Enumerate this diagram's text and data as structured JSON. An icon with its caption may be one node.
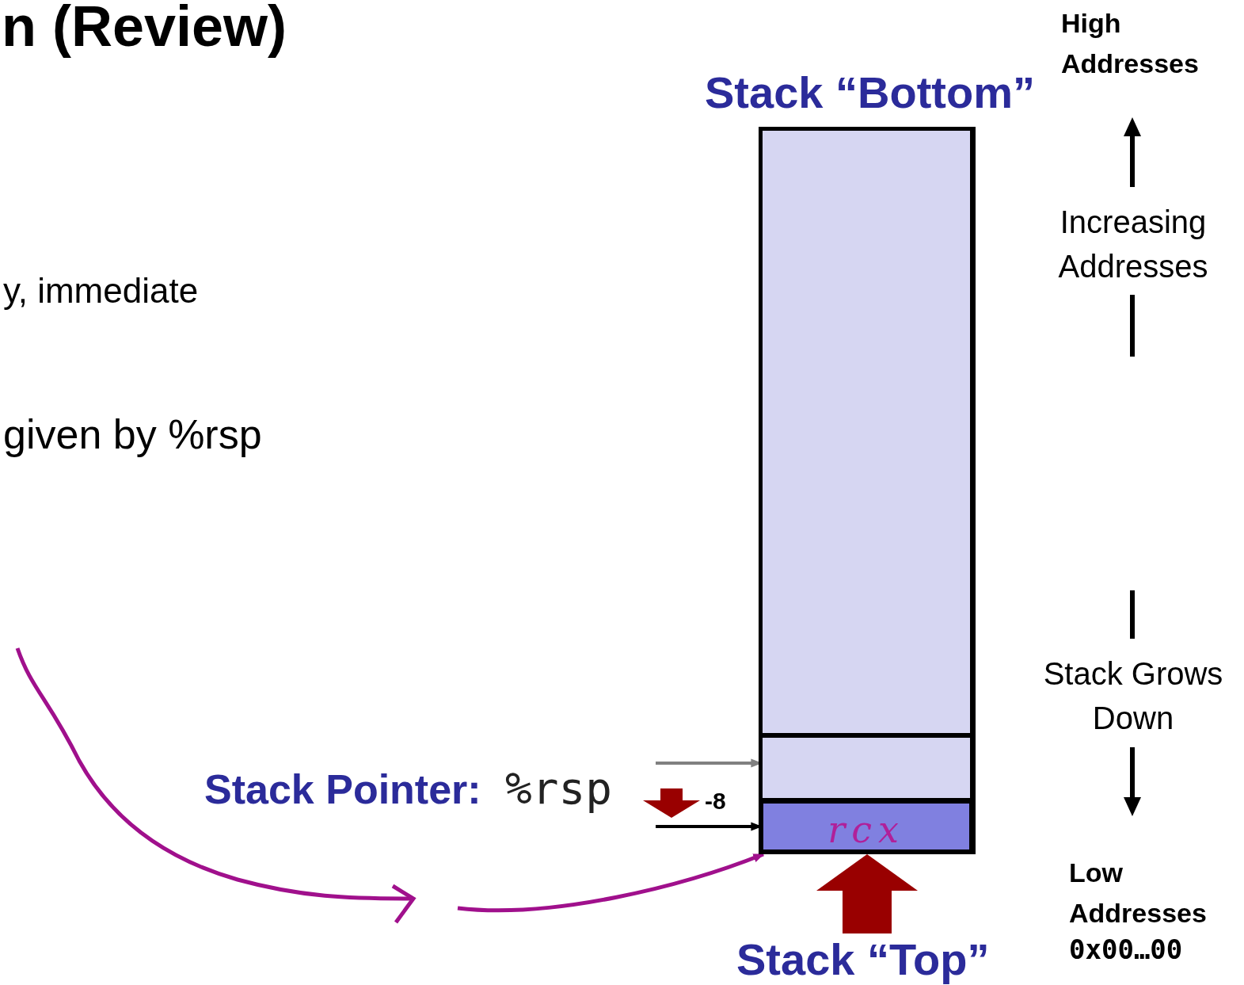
{
  "diagram": {
    "title": "n (Review)",
    "nodes": [
      {
        "text": [
          "Stack “Bottom”"
        ]
      },
      {
        "text": [],
        "shape": "box",
        "in": 0
      },
      {
        "text": [],
        "shape": "box",
        "in": 0
      },
      {
        "text": [
          "rcx"
        ],
        "in": 0
      },
      {
        "text": [
          "Stack “Top”"
        ]
      },
      {
        "text": [
          "Stack Pointer:",
          "%rsp"
        ]
      }
    ],
    "edges": [
      {
        "from": 5,
        "to": 2,
        "arrow": "to",
        "color": "#808080"
      },
      {
        "from": 5,
        "to": 3,
        "arrow": "to",
        "color": "#000000"
      },
      {
        "from": null,
        "to": 3,
        "arrow": "to",
        "color": "#a0108c"
      },
      {
        "from": 4,
        "to": 0,
        "arrow": "to",
        "style": "thick",
        "color": "#990000"
      }
    ],
    "labels": [
      "y, immediate",
      "given by %rsp",
      "-8",
      "High Addresses",
      "Increasing Addresses",
      "Stack Grows Down",
      "Low Addresses",
      "0x00…00"
    ]
  }
}
